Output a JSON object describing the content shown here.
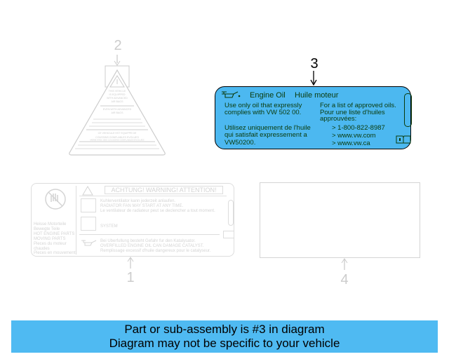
{
  "callouts": {
    "c1": "1",
    "c2": "2",
    "c3": "3",
    "c4": "4"
  },
  "highlighted_part": "3",
  "colors": {
    "label_blue": "#4cb8f0",
    "banner_blue": "#4fbaf2",
    "faded": "#d4d4d4"
  },
  "label3": {
    "title_en": "Engine Oil",
    "title_fr": "Huile moteur",
    "en_line1": "Use only oil that expressly",
    "en_line2": "complies with VW 502 00.",
    "fr_line1": "Utilisez uniquement de l'huile",
    "fr_line2": "qui satisfait expressement a",
    "fr_line3": "VW50200.",
    "list_line1": "For a list of approved oils.",
    "list_line2": "Pour une liste d'huiles",
    "list_line3": "approuvées:",
    "phone": "> 1-800-822-8987",
    "web1": "> www.vw.com",
    "web2": "> www.vw.ca",
    "icons": [
      "oil-can-icon",
      "manual-book-icon"
    ]
  },
  "label1": {
    "header": "ACHTUNG! WARNING! ATTENTION!",
    "fan_de": "Kuhlerventilator kann jederzeit anlaufen.",
    "fan_en": "RADIATOR FAN MAY START AT ANY TIME.",
    "fan_fr": "Le ventilateur de radiateur peut se declencher a tout moment.",
    "system": "SYSTEM",
    "oil_de": "Bei Uberfullung besteht Gefahr fur den Katalysator.",
    "oil_en": "OVERFILLED ENGINE OIL CAN DAMAGE CATALYST.",
    "oil_fr": "Remplissage excessif d'huile dangereux pour le catalyseur.",
    "side": [
      "Heisse Motorteile",
      "Bewegte Teile",
      "HOT ENGINE PARTS",
      "MOVING PARTS",
      "Pieces du moteur",
      "chaudes",
      "Pieces en mouvement"
    ]
  },
  "label2": {
    "lines": [
      "THIS VEHICLE",
      "IS EQUIPPED",
      "WITH ADVANCED",
      "AIR BAGS",
      "EVEN WITH ADVANCED",
      "AIR BAGS",
      "CE VEHICULE EST EQUIPPE DE",
      "COUSSINS GONFLABLES EVOLUES",
      "MEME AVEC DES COUSSINS GONFLABLES EVOLUES"
    ]
  },
  "banner": {
    "line1": "Part or sub-assembly is #3 in diagram",
    "line2": "Diagram may not be specific to your vehicle"
  }
}
